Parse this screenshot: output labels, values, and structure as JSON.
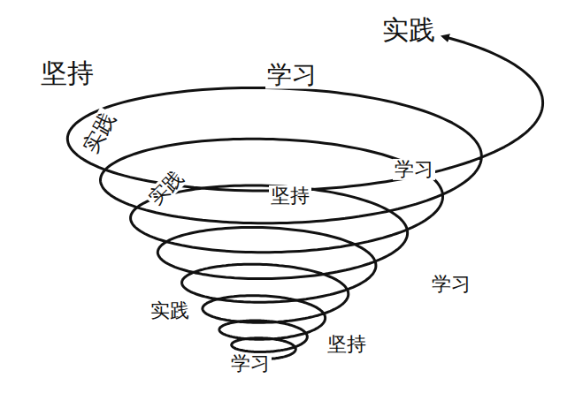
{
  "diagram": {
    "labels": [
      "实践",
      "坚持",
      "学习",
      "实践",
      "学习",
      "实践",
      "坚持",
      "学习",
      "实践",
      "学习",
      "坚持"
    ]
  }
}
